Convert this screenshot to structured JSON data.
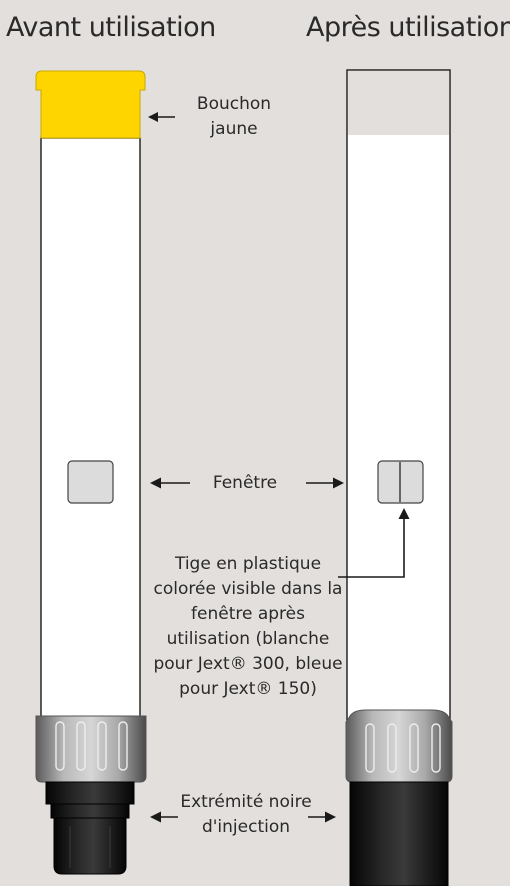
{
  "headings": {
    "before": "Avant utilisation",
    "after": "Après utilisation"
  },
  "labels": {
    "cap": "Bouchon\njaune",
    "window": "Fenêtre",
    "rod": "Tige en plastique colorée visible dans la fenêtre après utilisation (blanche pour Jext® 300, bleue pour Jext® 150)",
    "tip": "Extrémité noire\nd'injection"
  },
  "colors": {
    "background": "#e3dfdc",
    "cap_yellow": "#ffd500",
    "pen_body": "#ffffff",
    "outline": "#1a1a1a",
    "window_fill": "#dcdcdc",
    "collar": "#8a8a8a",
    "tip_black": "#111111"
  },
  "icons": [
    "arrow-left-icon",
    "arrow-right-icon",
    "arrow-up-icon"
  ]
}
